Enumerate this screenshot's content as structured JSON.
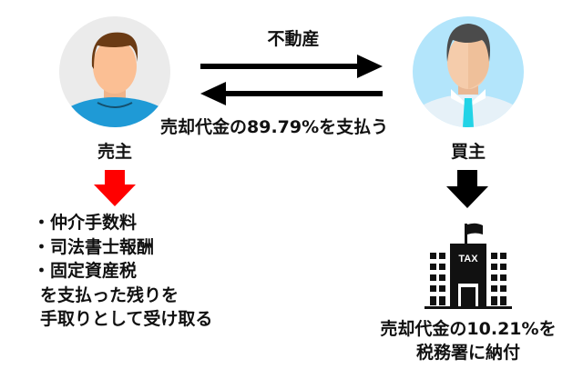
{
  "seller": {
    "label": "売主",
    "arrow_color": "#ff0000"
  },
  "buyer": {
    "label": "買主",
    "arrow_color": "#000000"
  },
  "transfer": {
    "property_label": "不動産",
    "payment_label": "売却代金の89.79%を支払う"
  },
  "seller_deductions": {
    "items": [
      "・仲介手数料",
      "・司法書士報酬",
      "・固定資産税"
    ],
    "line1": "を支払った残りを",
    "line2": "手取りとして受け取る"
  },
  "tax_office": {
    "sign": "TAX",
    "line1": "売却代金の10.21%を",
    "line2": "税務署に納付"
  }
}
